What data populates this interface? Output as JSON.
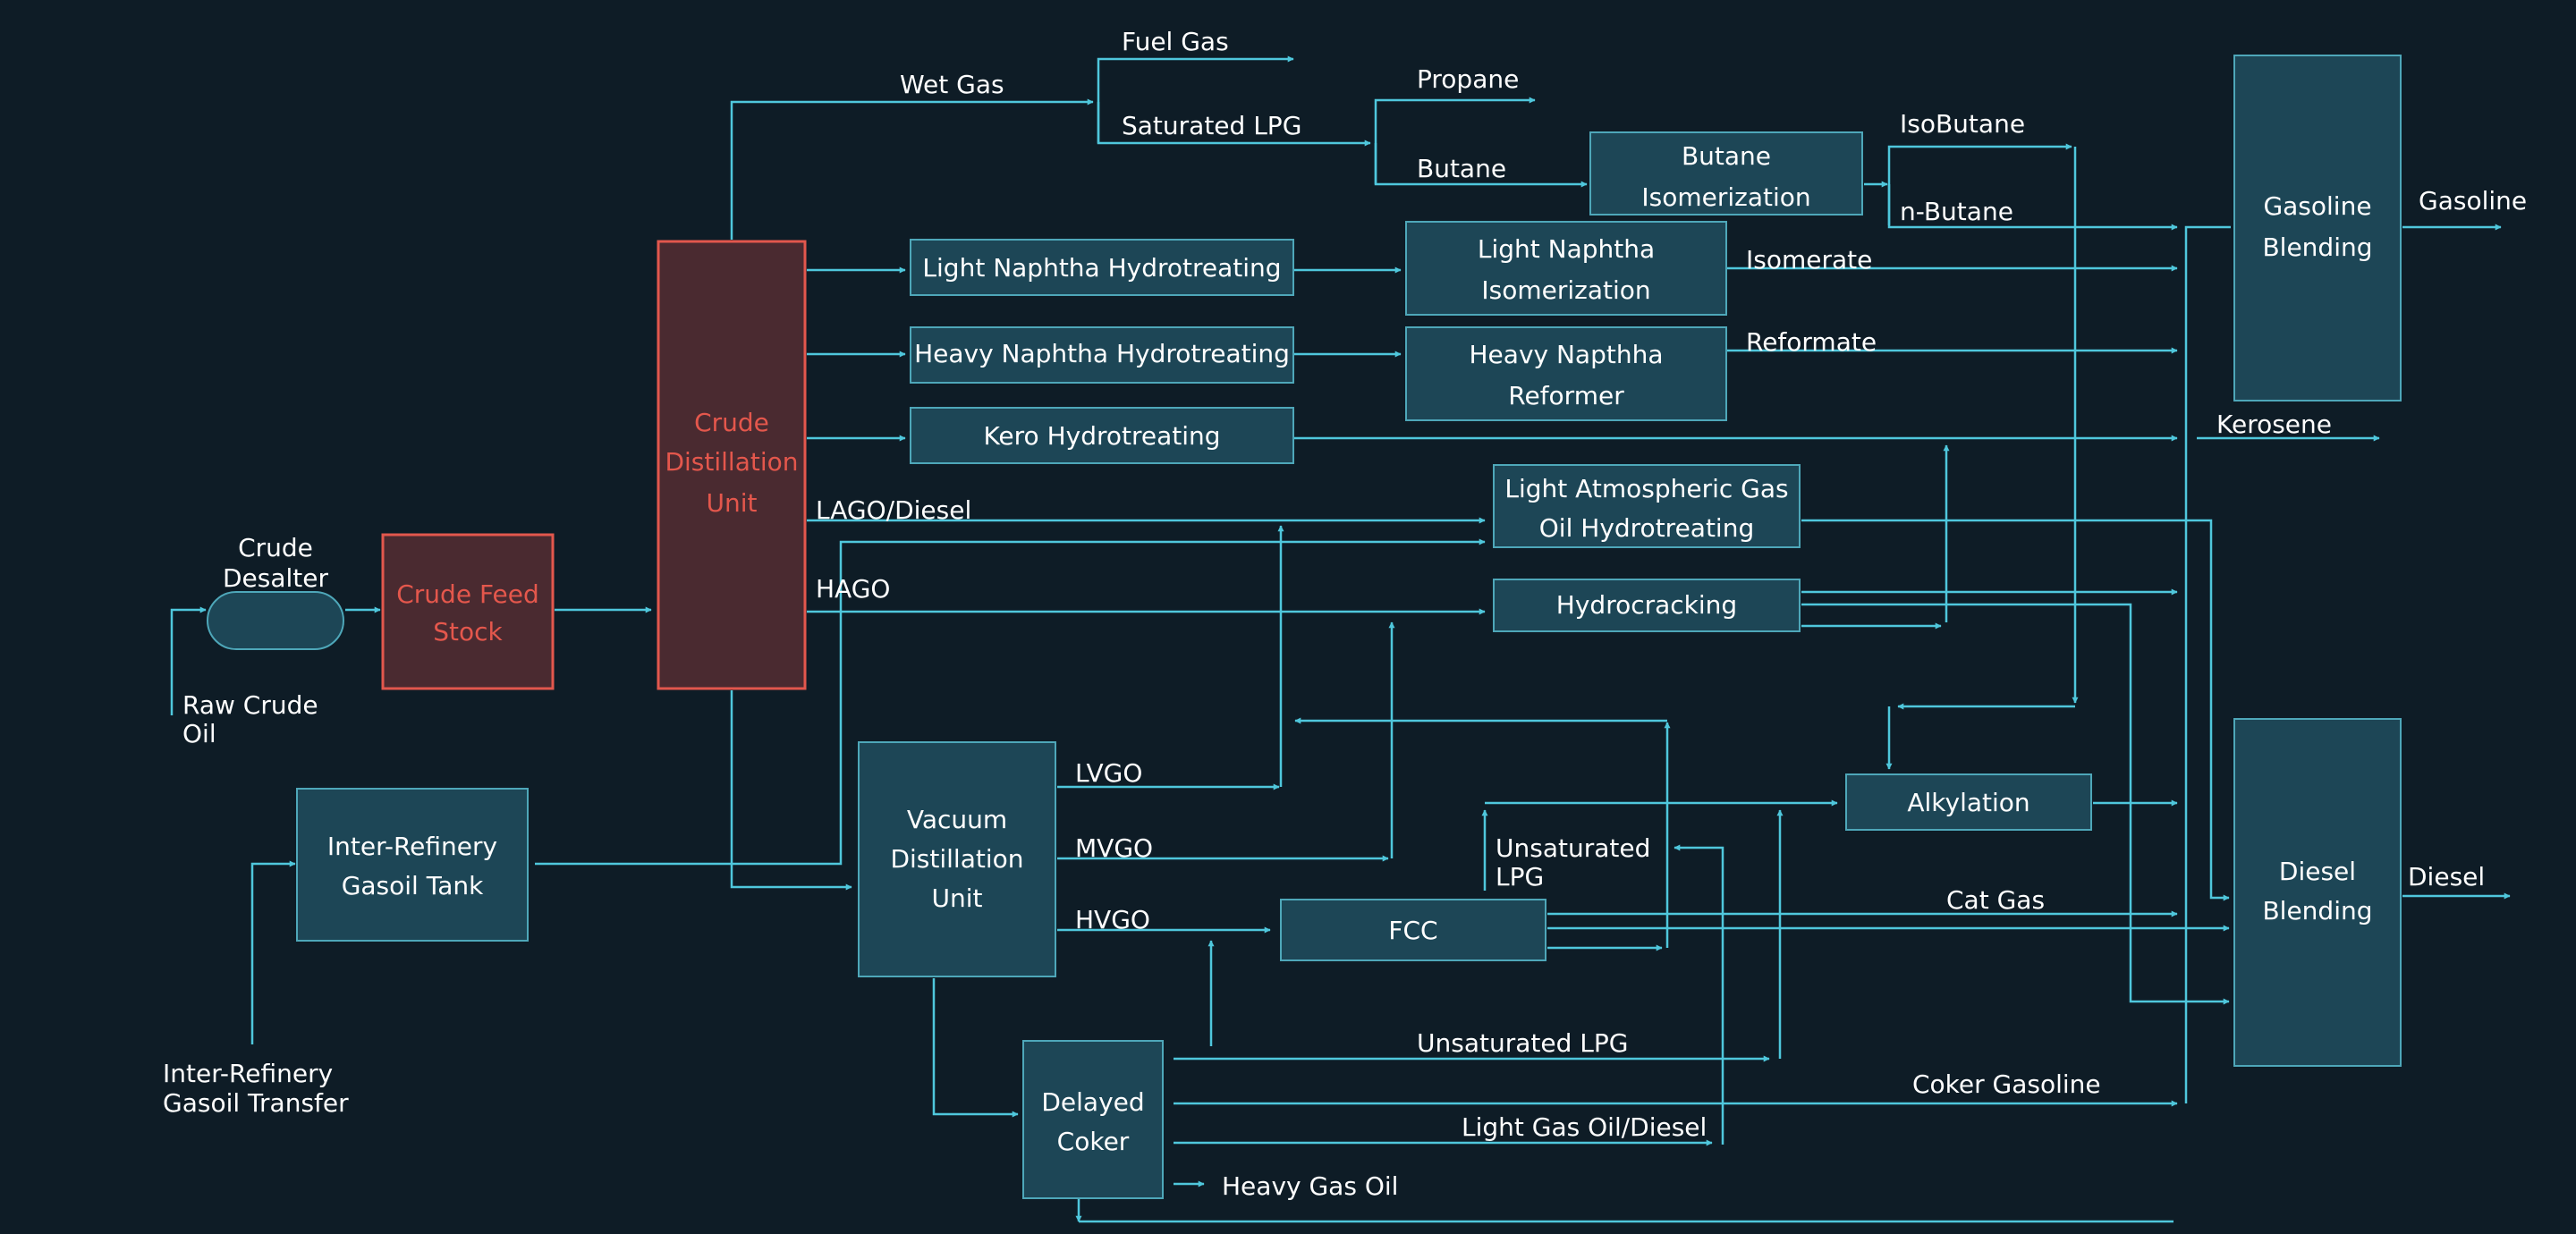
{
  "colors": {
    "background": "#0e1c26",
    "node_fill": "#1d4656",
    "node_stroke": "#4ea7b9",
    "edge": "#4fc7dc",
    "highlight": "#e4574c"
  },
  "nodes": {
    "crude_desalter": {
      "label": ""
    },
    "crude_feed_stock": {
      "label": "Crude Feed Stock",
      "lines": [
        "Crude Feed",
        "Stock"
      ],
      "highlighted": true
    },
    "crude_distillation_unit": {
      "label": "Crude Distillation Unit",
      "lines": [
        "Crude",
        "Distillation",
        "Unit"
      ],
      "highlighted": true
    },
    "inter_refinery_gasoil_tank": {
      "label": "Inter-Refinery Gasoil Tank",
      "lines": [
        "Inter-Refinery",
        "Gasoil Tank"
      ]
    },
    "vacuum_distillation_unit": {
      "label": "Vacuum Distillation Unit",
      "lines": [
        "Vacuum",
        "Distillation",
        "Unit"
      ]
    },
    "delayed_coker": {
      "label": "Delayed Coker",
      "lines": [
        "Delayed",
        "Coker"
      ]
    },
    "fcc": {
      "label": "FCC",
      "lines": [
        "FCC"
      ]
    },
    "light_naphtha_hydrotreating": {
      "label": "Light Naphtha Hydrotreating",
      "lines": [
        "Light Naphtha Hydrotreating"
      ]
    },
    "heavy_naphtha_hydrotreating": {
      "label": "Heavy Naphtha Hydrotreating",
      "lines": [
        "Heavy Naphtha Hydrotreating"
      ]
    },
    "kero_hydrotreating": {
      "label": "Kero Hydrotreating",
      "lines": [
        "Kero Hydrotreating"
      ]
    },
    "light_naphtha_isomerization": {
      "label": "Light Naphtha Isomerization",
      "lines": [
        "Light Naphtha",
        "Isomerization"
      ]
    },
    "heavy_naptha_reformer": {
      "label": "Heavy Napthha Reformer",
      "lines": [
        "Heavy Napthha",
        "Reformer"
      ]
    },
    "butane_isomerization": {
      "label": "Butane Isomerization",
      "lines": [
        "Butane",
        "Isomerization"
      ]
    },
    "lago_hydrotreating": {
      "label": "Light Atmospheric Gas Oil Hydrotreating",
      "lines": [
        "Light Atmospheric Gas",
        "Oil Hydrotreating"
      ]
    },
    "hydrocracking": {
      "label": "Hydrocracking",
      "lines": [
        "Hydrocracking"
      ]
    },
    "alkylation": {
      "label": "Alkylation",
      "lines": [
        "Alkylation"
      ]
    },
    "gasoline_blending": {
      "label": "Gasoline Blending",
      "lines": [
        "Gasoline",
        "Blending"
      ]
    },
    "diesel_blending": {
      "label": "Diesel Blending",
      "lines": [
        "Diesel",
        "Blending"
      ]
    }
  },
  "labels": {
    "crude_desalter": [
      "Crude",
      "Desalter"
    ],
    "raw_crude_oil": [
      "Raw Crude",
      "Oil"
    ],
    "inter_refinery_gasoil_transfer": [
      "Inter-Refinery",
      "Gasoil Transfer"
    ],
    "wet_gas": "Wet Gas",
    "fuel_gas": "Fuel Gas",
    "saturated_lpg": "Saturated LPG",
    "propane": "Propane",
    "butane": "Butane",
    "isobutane": "IsoButane",
    "n_butane": "n-Butane",
    "isomerate": "Isomerate",
    "reformate": "Reformate",
    "kerosene": "Kerosene",
    "lago_diesel": "LAGO/Diesel",
    "hago": "HAGO",
    "lvgo": "LVGO",
    "mvgo": "MVGO",
    "hvgo": "HVGO",
    "unsaturated_lpg_fcc": [
      "Unsaturated",
      "LPG"
    ],
    "cat_gas": "Cat Gas",
    "unsaturated_lpg_coker": "Unsaturated LPG",
    "coker_gasoline": "Coker Gasoline",
    "light_gas_oil_diesel": "Light Gas Oil/Diesel",
    "heavy_gas_oil": "Heavy Gas Oil",
    "gasoline": "Gasoline",
    "diesel": "Diesel"
  }
}
